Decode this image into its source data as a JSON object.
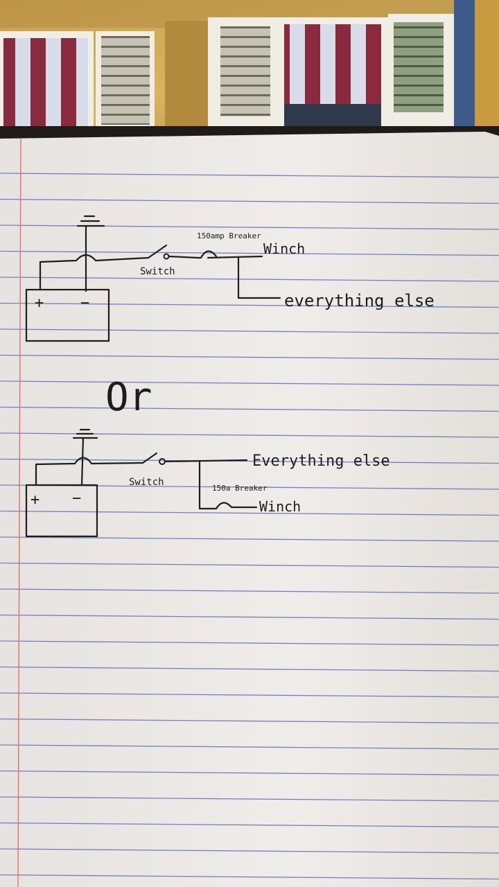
{
  "colors": {
    "paper": "#ece9e6",
    "rule_line": "#5c6fb8",
    "margin_line": "#e07070",
    "ink": "#1d1d1d",
    "desk": "#2b2622",
    "painting_wall": "#c9a04a"
  },
  "diagram_top": {
    "battery_plus": "+",
    "battery_minus": "−",
    "switch_label": "Switch",
    "breaker_label": "150amp Breaker",
    "winch_label": "Winch",
    "everything_else_label": "everything else"
  },
  "separator": "Or",
  "diagram_bottom": {
    "battery_plus": "+",
    "battery_minus": "−",
    "switch_label": "Switch",
    "breaker_label": "150a Breaker",
    "winch_label": "Winch",
    "everything_else_label": "Everything else"
  }
}
